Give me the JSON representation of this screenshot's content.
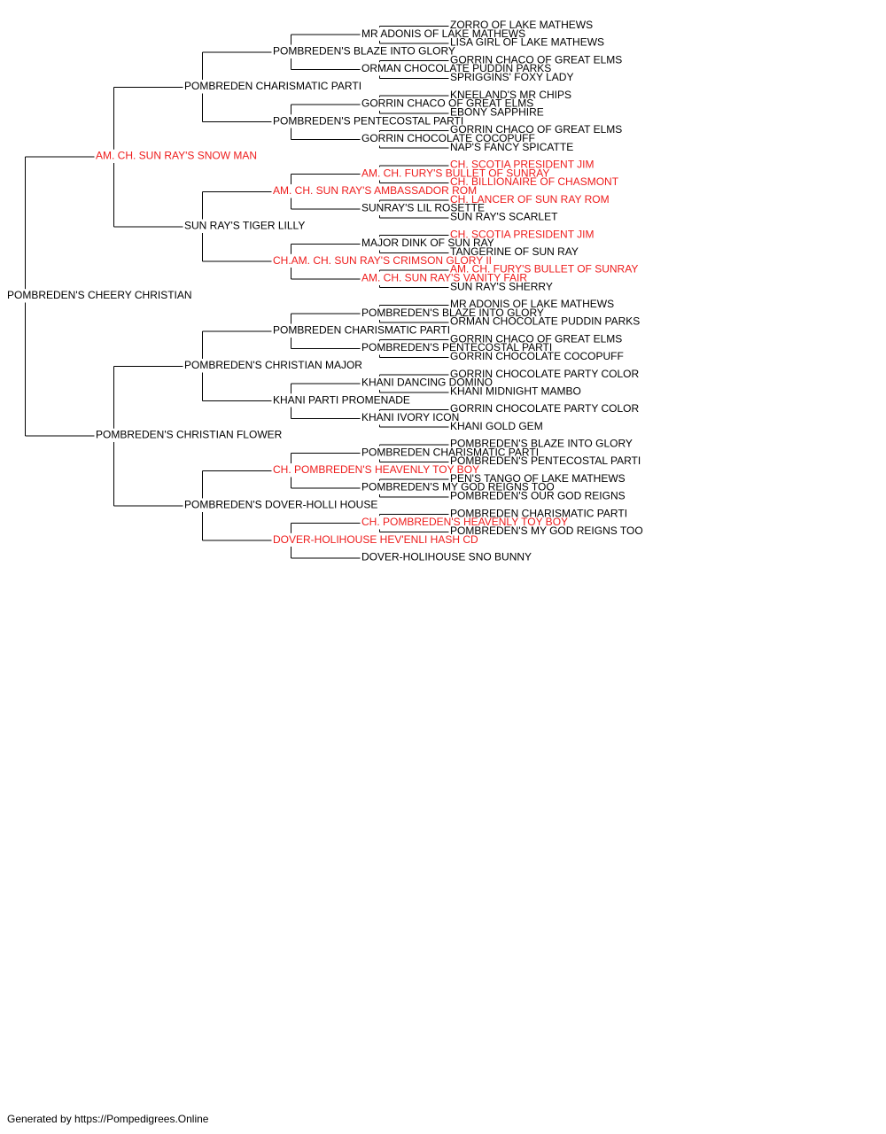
{
  "colors": {
    "text": "#000000",
    "champion": "#ee1c1c",
    "line": "#000000",
    "background": "#ffffff"
  },
  "pedigree": {
    "name": "POMBREDEN'S CHEERY CHRISTIAN",
    "champion": false,
    "sire": {
      "name": "AM. CH. SUN RAY'S SNOW MAN",
      "champion": true,
      "sire": {
        "name": "POMBREDEN CHARISMATIC PARTI",
        "champion": false,
        "sire": {
          "name": "POMBREDEN'S BLAZE INTO GLORY",
          "champion": false,
          "sire": {
            "name": "MR ADONIS OF LAKE MATHEWS",
            "champion": false,
            "sire": {
              "name": "ZORRO OF LAKE MATHEWS",
              "champion": false
            },
            "dam": {
              "name": "LISA GIRL OF LAKE MATHEWS",
              "champion": false
            }
          },
          "dam": {
            "name": "ORMAN CHOCOLATE PUDDIN PARKS",
            "champion": false,
            "sire": {
              "name": "GORRIN CHACO OF GREAT ELMS",
              "champion": false
            },
            "dam": {
              "name": "SPRIGGINS' FOXY LADY",
              "champion": false
            }
          }
        },
        "dam": {
          "name": "POMBREDEN'S PENTECOSTAL PARTI",
          "champion": false,
          "sire": {
            "name": "GORRIN CHACO OF GREAT ELMS",
            "champion": false,
            "sire": {
              "name": "KNEELAND'S MR CHIPS",
              "champion": false
            },
            "dam": {
              "name": "EBONY SAPPHIRE",
              "champion": false
            }
          },
          "dam": {
            "name": "GORRIN CHOCOLATE COCOPUFF",
            "champion": false,
            "sire": {
              "name": "GORRIN CHACO OF GREAT ELMS",
              "champion": false
            },
            "dam": {
              "name": "NAP'S FANCY SPICATTE",
              "champion": false
            }
          }
        }
      },
      "dam": {
        "name": "SUN RAY'S TIGER LILLY",
        "champion": false,
        "sire": {
          "name": "AM. CH. SUN RAY'S AMBASSADOR ROM",
          "champion": true,
          "sire": {
            "name": "AM. CH. FURY'S BULLET OF SUNRAY",
            "champion": true,
            "sire": {
              "name": "CH. SCOTIA PRESIDENT JIM",
              "champion": true
            },
            "dam": {
              "name": "CH. BILLIONAIRE OF CHASMONT",
              "champion": true
            }
          },
          "dam": {
            "name": "SUNRAY'S LIL ROSETTE",
            "champion": false,
            "sire": {
              "name": "CH. LANCER OF SUN RAY ROM",
              "champion": true
            },
            "dam": {
              "name": "SUN RAY'S SCARLET",
              "champion": false
            }
          }
        },
        "dam": {
          "name": "CH.AM. CH. SUN RAY'S CRIMSON GLORY II",
          "champion": true,
          "sire": {
            "name": "MAJOR DINK OF SUN RAY",
            "champion": false,
            "sire": {
              "name": "CH. SCOTIA PRESIDENT JIM",
              "champion": true
            },
            "dam": {
              "name": "TANGERINE OF SUN RAY",
              "champion": false
            }
          },
          "dam": {
            "name": "AM. CH. SUN RAY'S VANITY FAIR",
            "champion": true,
            "sire": {
              "name": "AM. CH. FURY'S BULLET OF SUNRAY",
              "champion": true
            },
            "dam": {
              "name": "SUN RAY'S SHERRY",
              "champion": false
            }
          }
        }
      }
    },
    "dam": {
      "name": "POMBREDEN'S CHRISTIAN FLOWER",
      "champion": false,
      "sire": {
        "name": "POMBREDEN'S CHRISTIAN MAJOR",
        "champion": false,
        "sire": {
          "name": "POMBREDEN CHARISMATIC PARTI",
          "champion": false,
          "sire": {
            "name": "POMBREDEN'S BLAZE INTO GLORY",
            "champion": false,
            "sire": {
              "name": "MR ADONIS OF LAKE MATHEWS",
              "champion": false
            },
            "dam": {
              "name": "ORMAN CHOCOLATE PUDDIN PARKS",
              "champion": false
            }
          },
          "dam": {
            "name": "POMBREDEN'S PENTECOSTAL PARTI",
            "champion": false,
            "sire": {
              "name": "GORRIN CHACO OF GREAT ELMS",
              "champion": false
            },
            "dam": {
              "name": "GORRIN CHOCOLATE COCOPUFF",
              "champion": false
            }
          }
        },
        "dam": {
          "name": "KHANI PARTI PROMENADE",
          "champion": false,
          "sire": {
            "name": "KHANI DANCING DOMINO",
            "champion": false,
            "sire": {
              "name": "GORRIN CHOCOLATE PARTY COLOR",
              "champion": false
            },
            "dam": {
              "name": "KHANI MIDNIGHT MAMBO",
              "champion": false
            }
          },
          "dam": {
            "name": "KHANI IVORY ICON",
            "champion": false,
            "sire": {
              "name": "GORRIN CHOCOLATE PARTY COLOR",
              "champion": false
            },
            "dam": {
              "name": "KHANI GOLD GEM",
              "champion": false
            }
          }
        }
      },
      "dam": {
        "name": "POMBREDEN'S DOVER-HOLLI HOUSE",
        "champion": false,
        "sire": {
          "name": "CH. POMBREDEN'S HEAVENLY TOY BOY",
          "champion": true,
          "sire": {
            "name": "POMBREDEN CHARISMATIC PARTI",
            "champion": false,
            "sire": {
              "name": "POMBREDEN'S BLAZE INTO GLORY",
              "champion": false
            },
            "dam": {
              "name": "POMBREDEN'S PENTECOSTAL PARTI",
              "champion": false
            }
          },
          "dam": {
            "name": "POMBREDEN'S MY GOD REIGNS TOO",
            "champion": false,
            "sire": {
              "name": "PEN'S TANGO OF LAKE MATHEWS",
              "champion": false
            },
            "dam": {
              "name": "POMBREDEN'S OUR GOD REIGNS",
              "champion": false
            }
          }
        },
        "dam": {
          "name": "DOVER-HOLIHOUSE HEV'ENLI HASH CD",
          "champion": true,
          "sire": {
            "name": "CH. POMBREDEN'S HEAVENLY TOY BOY",
            "champion": true,
            "sire": {
              "name": "POMBREDEN CHARISMATIC PARTI",
              "champion": false
            },
            "dam": {
              "name": "POMBREDEN'S MY GOD REIGNS TOO",
              "champion": false
            }
          },
          "dam": {
            "name": "DOVER-HOLIHOUSE SNO BUNNY",
            "champion": false
          }
        }
      }
    }
  },
  "footer": "Generated by https://Pompedigrees.Online"
}
